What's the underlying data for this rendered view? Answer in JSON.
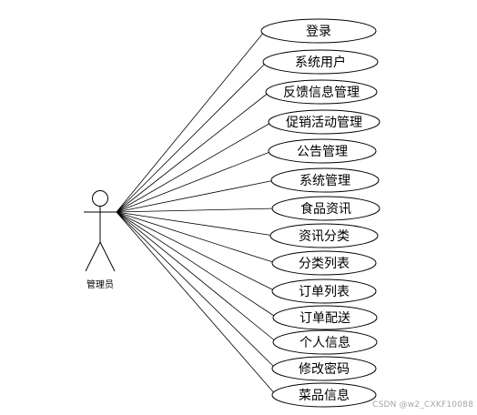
{
  "actor": {
    "label": "管理员"
  },
  "use_cases": [
    "登录",
    "系统用户",
    "反馈信息管理",
    "促销活动管理",
    "公告管理",
    "系统管理",
    "食品资讯",
    "资讯分类",
    "分类列表",
    "订单列表",
    "订单配送",
    "个人信息",
    "修改密码",
    "菜品信息"
  ],
  "watermark": "CSDN @w2_CXKF10088"
}
